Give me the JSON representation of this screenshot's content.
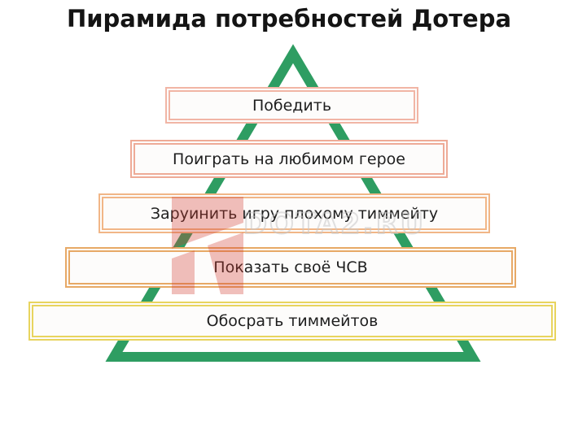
{
  "title": "Пирамида потребностей Дотера",
  "pyramid": {
    "triangle_color": "#2e9d62",
    "levels": [
      {
        "label": "Победить",
        "border_color": "#f1b5a5"
      },
      {
        "label": "Поиграть на любимом герое",
        "border_color": "#eeab97"
      },
      {
        "label": "Заруинить игру плохому тиммейту",
        "border_color": "#f1b687"
      },
      {
        "label": "Показать своё ЧСВ",
        "border_color": "#e7a966"
      },
      {
        "label": "Обосрать тиммейтов",
        "border_color": "#e8d45e"
      }
    ]
  },
  "watermark": {
    "text": "DOTA2.RU",
    "text_color": "#c9c9c9",
    "logo_icon": "dota2ru-logo",
    "logo_color": "#d23c30"
  }
}
